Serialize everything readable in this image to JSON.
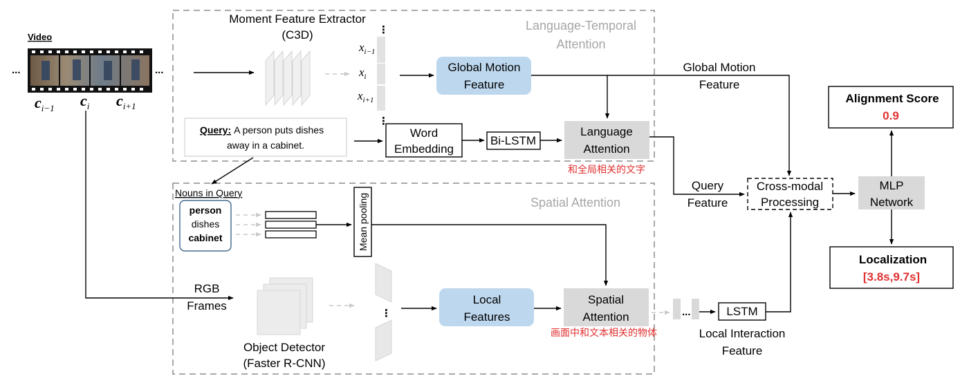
{
  "video": {
    "label": "Video",
    "ellipsis": "...",
    "clips": [
      "c",
      "c",
      "c"
    ],
    "clip_subs": [
      "i−1",
      "i",
      "i+1"
    ]
  },
  "language_temporal": {
    "title_line1": "Language-Temporal",
    "title_line2": "Attention",
    "extractor_line1": "Moment Feature Extractor",
    "extractor_line2": "(C3D)",
    "features": [
      "x",
      "x",
      "x"
    ],
    "feature_subs": [
      "i−1",
      "i",
      "i+1"
    ],
    "vdots": "⋮",
    "global_motion_box": [
      "Global Motion",
      "Feature"
    ],
    "query_label": "Query:",
    "query_text_line1": "A person puts dishes",
    "query_text_line2": "away in a cabinet.",
    "word_embedding": [
      "Word",
      "Embedding"
    ],
    "bilstm": "Bi-LSTM",
    "language_attention": [
      "Language",
      "Attention"
    ],
    "annotation": "和全局相关的文字"
  },
  "spatial": {
    "title": "Spatial Attention",
    "nouns_label": "Nouns in Query",
    "nouns": [
      "person",
      "dishes",
      "cabinet"
    ],
    "mean_pooling": "Mean pooling",
    "rgb_line1": "RGB",
    "rgb_line2": "Frames",
    "detector_line1": "Object Detector",
    "detector_line2": "(Faster R-CNN)",
    "local_features": [
      "Local",
      "Features"
    ],
    "spatial_attention": [
      "Spatial",
      "Attention"
    ],
    "annotation": "画面中和文本相关的物体"
  },
  "right": {
    "global_motion_label": [
      "Global Motion",
      "Feature"
    ],
    "query_feature_label": [
      "Query",
      "Feature"
    ],
    "lstm": "LSTM",
    "ellipsis": "...",
    "local_interaction": [
      "Local Interaction",
      "Feature"
    ],
    "cross_modal": [
      "Cross-modal",
      "Processing"
    ],
    "mlp": [
      "MLP",
      "Network"
    ],
    "alignment_title": "Alignment  Score",
    "alignment_value": "0.9",
    "localization_title": "Localization",
    "localization_value": "[3.8s,9.7s]"
  }
}
